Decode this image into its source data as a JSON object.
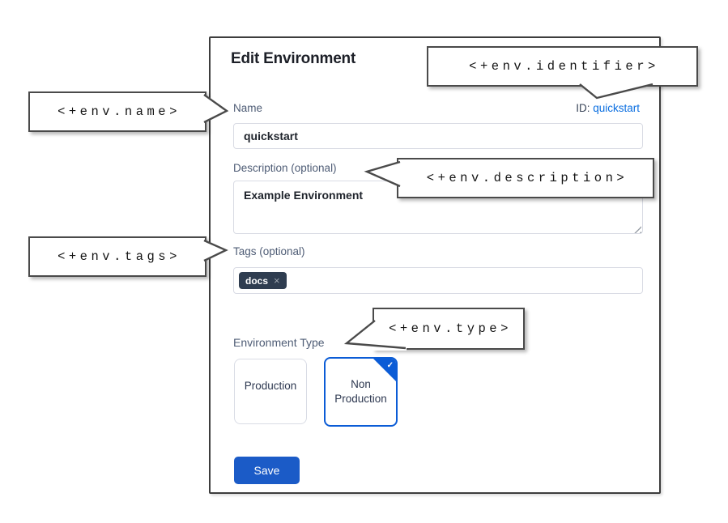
{
  "dialog": {
    "title": "Edit Environment",
    "name_field": {
      "label": "Name",
      "value": "quickstart"
    },
    "id_row": {
      "label": "ID:",
      "value": "quickstart"
    },
    "description_field": {
      "label": "Description (optional)",
      "value": "Example Environment"
    },
    "tags_field": {
      "label": "Tags (optional)",
      "tags": [
        {
          "label": "docs"
        }
      ]
    },
    "type_field": {
      "label": "Environment Type",
      "options": [
        {
          "label": "Production",
          "selected": false
        },
        {
          "label": "Non Production",
          "selected": true
        }
      ]
    },
    "save_label": "Save"
  },
  "annotations": {
    "identifier": "<+env.identifier>",
    "name": "<+env.name>",
    "description": "<+env.description>",
    "tags": "<+env.tags>",
    "type": "<+env.type>"
  },
  "icons": {
    "remove_tag": "×",
    "selected_check": "✓"
  },
  "colors": {
    "link_blue": "#0a6ee0",
    "selected_border_blue": "#0b5cd6",
    "save_button_blue": "#1b5bc7",
    "tag_chip_navy": "#2f3d50",
    "callout_border_gray": "#4a4a4a"
  }
}
